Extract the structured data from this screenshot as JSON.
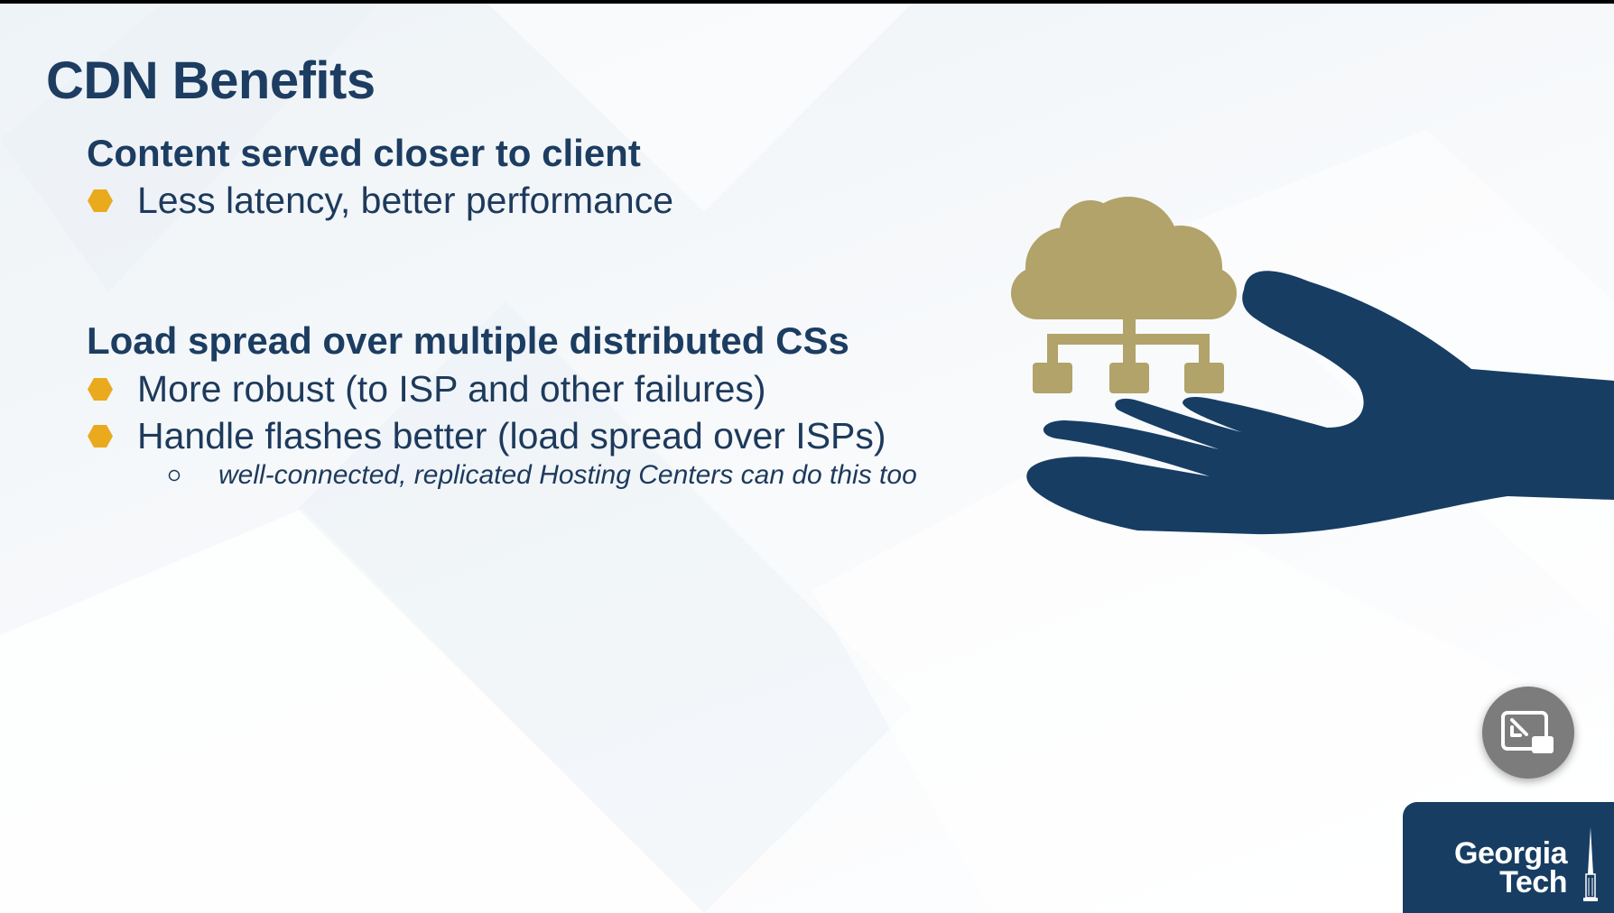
{
  "slide": {
    "title": "CDN Benefits",
    "sections": [
      {
        "heading": "Content served closer to client",
        "bullets": [
          "Less latency, better performance"
        ]
      },
      {
        "heading": "Load spread over multiple distributed CSs",
        "bullets": [
          "More robust (to ISP and other failures)",
          "Handle flashes better (load spread over ISPs)"
        ],
        "subbullets": [
          "well-connected, replicated Hosting Centers can do this too"
        ]
      }
    ]
  },
  "logo": {
    "line1": "Georgia",
    "line2": "Tech"
  },
  "icons": {
    "bullet": "hexagon-bullet-icon",
    "sub_bullet": "hollow-circle-icon",
    "illustration": "hand-holding-cloud-network-icon",
    "pip_button": "exit-picture-in-picture-icon",
    "logo_mark": "tech-tower-icon"
  },
  "colors": {
    "navy": "#1c3d61",
    "hand": "#173d63",
    "cloud_gold": "#b1a369",
    "bullet_gold": "#eaaa1e",
    "logo_background": "#173d63",
    "pip_button": "#7c7c7c"
  }
}
